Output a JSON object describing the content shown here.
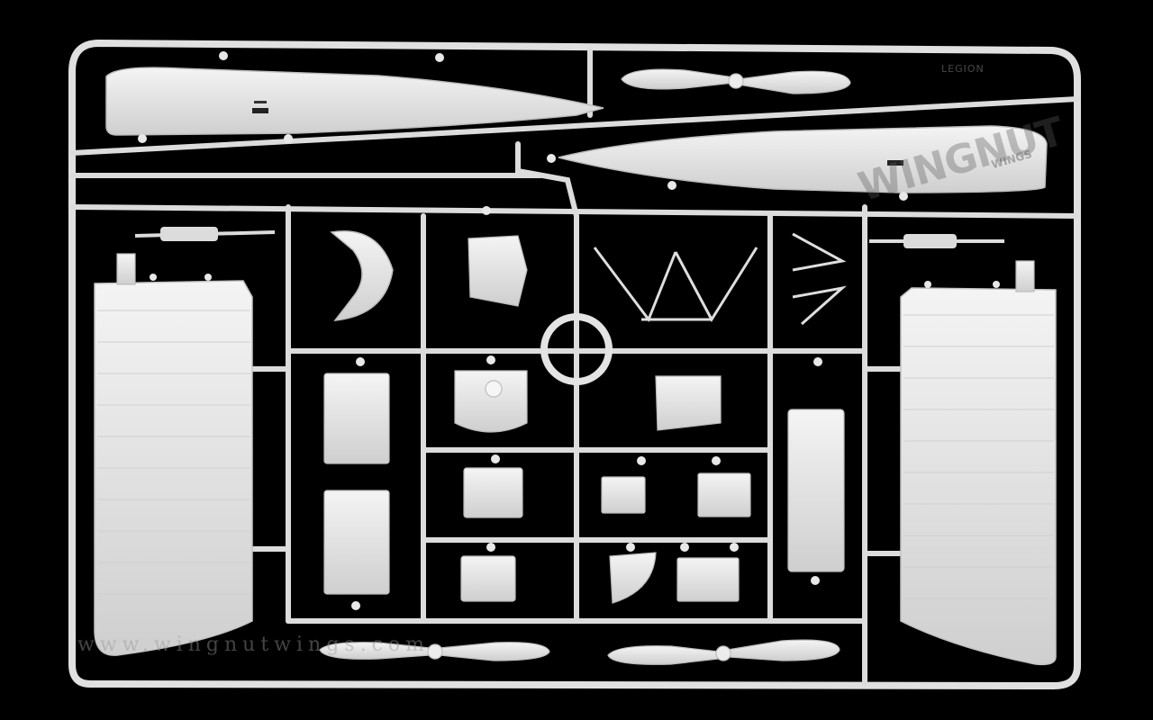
{
  "scene": {
    "subject": "Plastic model kit sprue with aircraft parts",
    "background_color": "#000000",
    "plastic_color": "#e6e6e6",
    "shadow_color": "#9a9a9a"
  },
  "watermark": {
    "text": "www.wingnutwings.com"
  },
  "logo": {
    "top_text": "LEGION",
    "main_text": "WINGNUT",
    "sub_text": "WINGS"
  }
}
